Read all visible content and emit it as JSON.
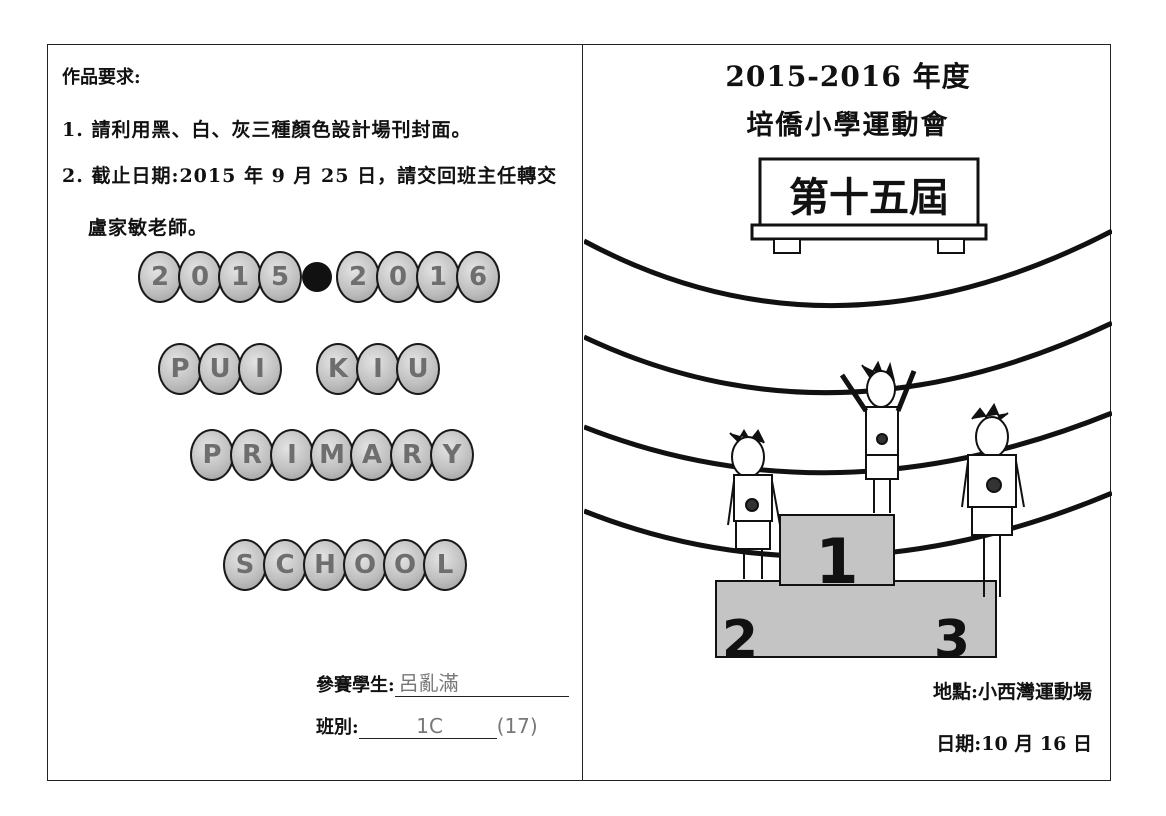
{
  "requirements": {
    "title": "作品要求:",
    "line1": "1. 請利用黑、白、灰三種顏色設計場刊封面。",
    "line2": "2. 截止日期:2015 年 9 月 25 日，請交回班主任轉交",
    "line3": "盧家敏老師。"
  },
  "bubble_text": {
    "row1_left": "2015",
    "row1_right": "2016",
    "row2": "PUI KIU",
    "row3": "PRIMARY",
    "row4": "SCHOOL"
  },
  "form": {
    "student_label": "參賽學生:",
    "student_value": "呂亂滿",
    "class_label": "班別:",
    "class_value": "1C",
    "number_value": "(17)"
  },
  "cover": {
    "year": "2015-2016 年度",
    "school": "培僑小學運動會",
    "edition": "第十五屆",
    "podium_first": "1",
    "podium_second": "2",
    "podium_third": "3",
    "venue": "地點:小西灣運動場",
    "date": "日期:10 月 16 日"
  },
  "colors": {
    "ink": "#111111",
    "gray_fill": "#bdbdbd",
    "paper": "#ffffff"
  }
}
